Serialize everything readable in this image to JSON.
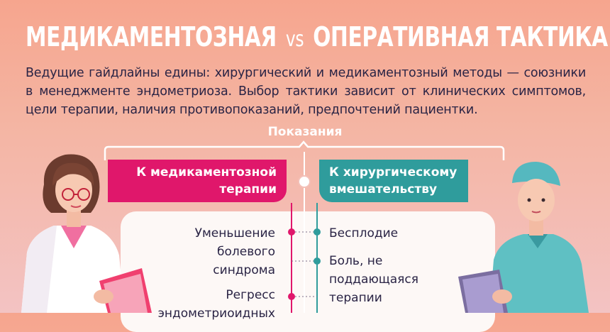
{
  "header": {
    "title_part1": "МЕДИКАМЕНТОЗНАЯ",
    "title_vs": "vs",
    "title_part2": "ОПЕРАТИВНАЯ ТАКТИКА",
    "lead": "Ведущие гайдлайны едины: хирургический и медикаментозный методы — союзники в менеджменте эндометриоза. Выбор тактики зависит от клинических симптомов, цели терапии, наличия противопоказаний, предпочтений пациентки."
  },
  "section": {
    "label": "Показания"
  },
  "left_column": {
    "title": "К медикаментозной терапии",
    "items": [
      "Уменьшение болевого синдрома",
      "Регресс эндометриоидных"
    ]
  },
  "right_column": {
    "title": "К хирургическому вмешательству",
    "items": [
      "Бесплодие",
      "Боль, не поддающаяся терапии"
    ]
  },
  "colors": {
    "accent_pink": "#e0176b",
    "accent_teal": "#2f9c9c",
    "text_dark": "#2a2445",
    "connector": "#7b6e8a"
  }
}
